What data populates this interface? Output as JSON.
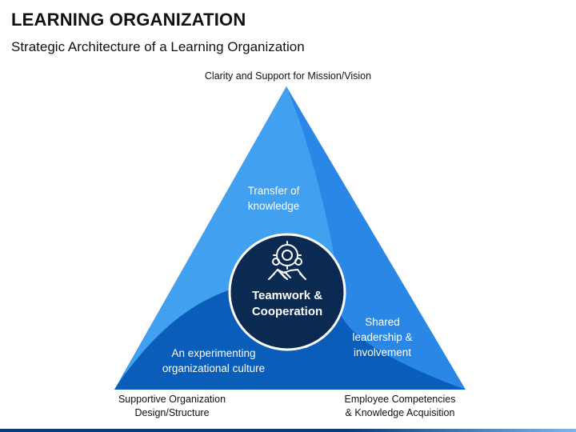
{
  "header": {
    "title": "LEARNING ORGANIZATION",
    "subtitle": "Strategic Architecture of a Learning Organization"
  },
  "corners": {
    "top": "Clarity and Support for Mission/Vision",
    "bottom_left_line1": "Supportive Organization",
    "bottom_left_line2": "Design/Structure",
    "bottom_right_line1": "Employee Competencies",
    "bottom_right_line2": "& Knowledge Acquisition"
  },
  "segments": {
    "top_line1": "Transfer of",
    "top_line2": "knowledge",
    "right_line1": "Shared",
    "right_line2": "leadership &",
    "right_line3": "involvement",
    "left_line1": "An experimenting",
    "left_line2": "organizational culture"
  },
  "center": {
    "line1": "Teamwork &",
    "line2": "Cooperation",
    "icon": "teamwork-handshake-icon"
  },
  "colors": {
    "light_blue": "#42a0f0",
    "mid_blue": "#2b87e6",
    "dark_blue": "#0a5db8",
    "center_navy": "#0b2a52"
  }
}
